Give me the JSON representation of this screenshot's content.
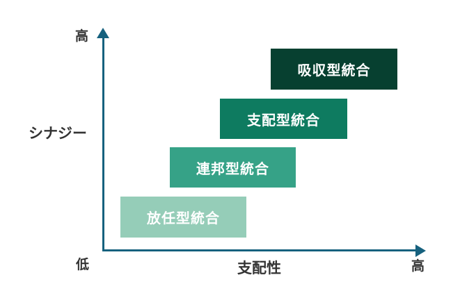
{
  "diagram": {
    "axis_color": "#16617E",
    "text_color": "#333333",
    "y_axis": {
      "label": "シナジー",
      "high_label": "高",
      "low_label": "低"
    },
    "x_axis": {
      "label": "支配性",
      "high_label": "高",
      "low_label": "低"
    },
    "boxes": [
      {
        "label": "放任型統合",
        "color": "#95CDB8"
      },
      {
        "label": "連邦型統合",
        "color": "#36A287"
      },
      {
        "label": "支配型統合",
        "color": "#0E7B60"
      },
      {
        "label": "吸収型統合",
        "color": "#074030"
      }
    ]
  }
}
